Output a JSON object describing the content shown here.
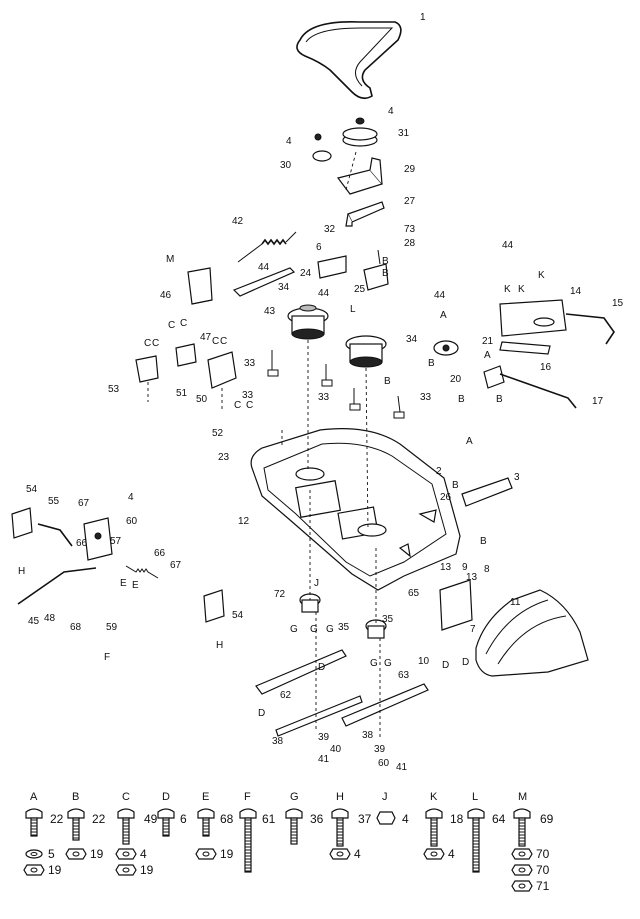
{
  "callouts": [
    "1",
    "4",
    "31",
    "4",
    "30",
    "29",
    "27",
    "42",
    "32",
    "73",
    "28",
    "M",
    "6",
    "B",
    "B",
    "24",
    "44",
    "46",
    "34",
    "44",
    "25",
    "L",
    "47",
    "43",
    "C",
    "C",
    "C",
    "C",
    "C",
    "C",
    "53",
    "51",
    "50",
    "33",
    "33",
    "44",
    "A",
    "34",
    "21",
    "B",
    "44",
    "K",
    "K",
    "K",
    "14",
    "15",
    "A",
    "20",
    "16",
    "B",
    "B",
    "17",
    "33",
    "B",
    "33",
    "52",
    "C",
    "C",
    "23",
    "2",
    "A",
    "3",
    "B",
    "26",
    "B",
    "12",
    "54",
    "55",
    "67",
    "4",
    "60",
    "66",
    "67",
    "66",
    "57",
    "E",
    "E",
    "68",
    "59",
    "45",
    "48",
    "F",
    "H",
    "54",
    "H",
    "72",
    "J",
    "G",
    "G",
    "G",
    "35",
    "35",
    "G",
    "G",
    "63",
    "65",
    "13",
    "9",
    "13",
    "8",
    "11",
    "D",
    "D",
    "7",
    "10",
    "62",
    "D",
    "D",
    "38",
    "39",
    "40",
    "41",
    "38",
    "39",
    "60",
    "41"
  ],
  "hardware": [
    {
      "letter": "A",
      "part": "22",
      "extras": [
        "5",
        "19"
      ]
    },
    {
      "letter": "B",
      "part": "22",
      "extras": [
        "19"
      ]
    },
    {
      "letter": "C",
      "part": "49",
      "extras": [
        "4",
        "19"
      ]
    },
    {
      "letter": "D",
      "part": "6",
      "extras": []
    },
    {
      "letter": "E",
      "part": "68",
      "extras": [
        "19"
      ]
    },
    {
      "letter": "F",
      "part": "61",
      "extras": []
    },
    {
      "letter": "G",
      "part": "36",
      "extras": []
    },
    {
      "letter": "H",
      "part": "37",
      "extras": [
        "4"
      ]
    },
    {
      "letter": "J",
      "part": "4",
      "extras": []
    },
    {
      "letter": "K",
      "part": "18",
      "extras": [
        "4"
      ]
    },
    {
      "letter": "L",
      "part": "64",
      "extras": []
    },
    {
      "letter": "M",
      "part": "69",
      "extras": [
        "70",
        "70",
        "71"
      ]
    }
  ]
}
